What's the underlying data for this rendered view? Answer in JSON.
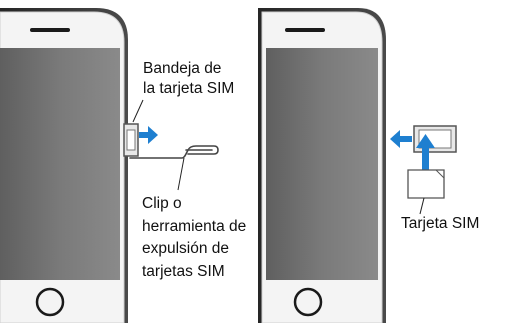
{
  "labels": {
    "sim_tray": [
      "Bandeja de",
      "la tarjeta SIM"
    ],
    "clip_tool": [
      "Clip o",
      "herramienta de",
      "expulsión de",
      "tarjetas SIM"
    ],
    "sim_card": "Tarjeta SIM"
  },
  "colors": {
    "arrow_blue": "#1e7fd0",
    "phone_frame": "#3a3a3a",
    "phone_screen": "#6e6e6e",
    "tray_outline": "#555555",
    "card_fill": "#ffffff"
  },
  "icons": {
    "eject_arrow": "arrow-right-icon",
    "remove_arrow": "arrow-left-icon",
    "insert_arrow": "arrow-up-icon",
    "home_button": "home-button-icon",
    "paperclip": "paperclip-icon"
  }
}
